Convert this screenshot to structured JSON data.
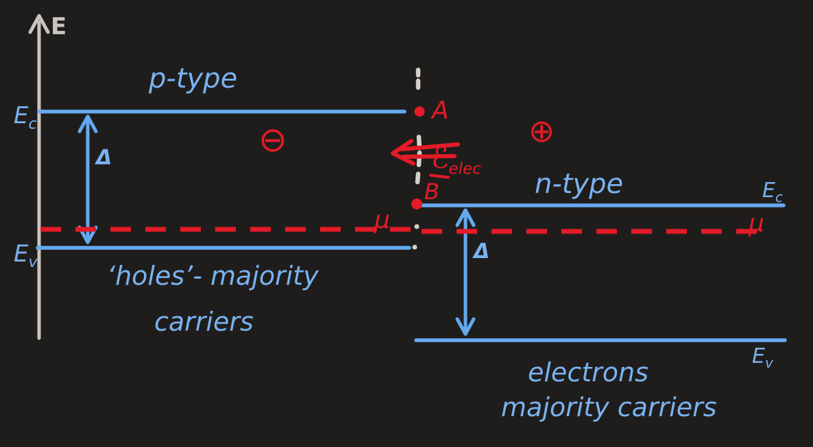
{
  "colors": {
    "background": "#1f1d1b",
    "band-blue": "#64a9f0",
    "text-blue": "#79b2f2",
    "ink-red": "#e41b28",
    "axis-gray": "#c8c5bf",
    "dot-gray": "#d4d1cb"
  },
  "axis": {
    "label": "E"
  },
  "p_region": {
    "title": "p-type",
    "ec_main": "E",
    "ec_sub": "c",
    "ev_main": "E",
    "ev_sub": "v",
    "gap_label": "Δ",
    "charge_symbol": "⊖",
    "note_line1": "‘holes’- majority",
    "note_line2": "carriers"
  },
  "n_region": {
    "title": "n-type",
    "ec_main": "E",
    "ec_sub": "c",
    "ev_main": "E",
    "ev_sub": "v",
    "gap_label": "Δ",
    "charge_symbol": "⊕",
    "note_line1": "electrons",
    "note_line2": "majority carriers"
  },
  "junction": {
    "point_a_label": "A",
    "point_b_label": "B",
    "field_symbol": "ℰ",
    "field_subscript": "elec"
  },
  "chemical_potential": {
    "left_label": "μ",
    "right_label": "μ"
  }
}
